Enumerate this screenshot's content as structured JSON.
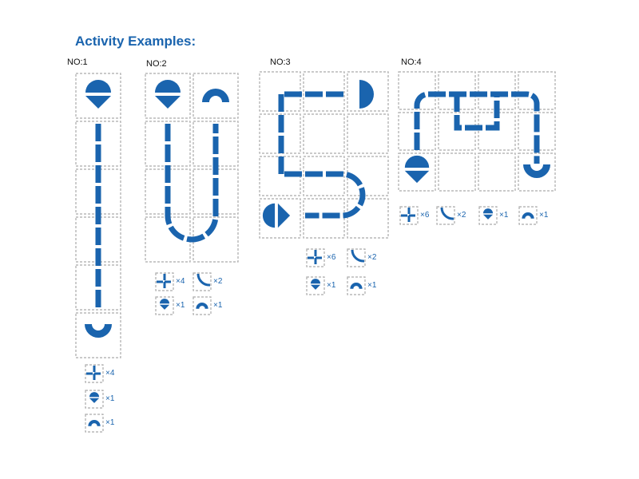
{
  "title": "Activity Examples:",
  "accent_color": "#1a64ae",
  "examples": [
    {
      "label": "NO:1",
      "legend": [
        {
          "icon": "cross-tile-icon",
          "count": "×4"
        },
        {
          "icon": "start-tile-icon",
          "count": "×1"
        },
        {
          "icon": "arch-tile-icon",
          "count": "×1"
        }
      ]
    },
    {
      "label": "NO:2",
      "legend": [
        {
          "icon": "cross-tile-icon",
          "count": "×4"
        },
        {
          "icon": "curve-tile-icon",
          "count": "×2"
        },
        {
          "icon": "start-tile-icon",
          "count": "×1"
        },
        {
          "icon": "arch-tile-icon",
          "count": "×1"
        }
      ]
    },
    {
      "label": "NO:3",
      "legend": [
        {
          "icon": "cross-tile-icon",
          "count": "×6"
        },
        {
          "icon": "curve-tile-icon",
          "count": "×2"
        },
        {
          "icon": "start-tile-icon",
          "count": "×1"
        },
        {
          "icon": "arch-tile-icon",
          "count": "×1"
        }
      ]
    },
    {
      "label": "NO:4",
      "legend": [
        {
          "icon": "cross-tile-icon",
          "count": "×6"
        },
        {
          "icon": "curve-tile-icon",
          "count": "×2"
        },
        {
          "icon": "start-tile-icon",
          "count": "×1"
        },
        {
          "icon": "arch-tile-icon",
          "count": "×1"
        }
      ]
    }
  ]
}
